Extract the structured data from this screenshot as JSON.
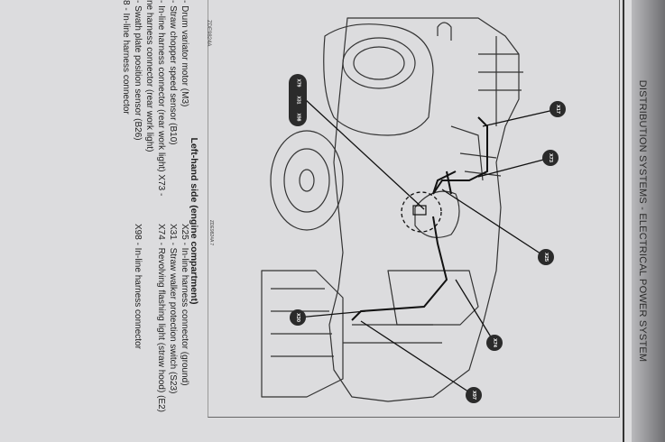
{
  "header": {
    "title": "DISTRIBUTION SYSTEMS - ELECTRICAL POWER SYSTEM"
  },
  "figure": {
    "code": "ZDE9824A",
    "tag": "ZDE9824A 7",
    "callouts": [
      "X17",
      "X73",
      "X25",
      "X30",
      "X74",
      "X97"
    ],
    "stack_callouts": [
      "X79",
      "X31",
      "X98"
    ]
  },
  "section": {
    "title": "Left-hand side (engine compartment)"
  },
  "legend": {
    "left_column": [
      "- Drum variator motor (M3)",
      "- Straw chopper speed sensor (B10)",
      "- In-line harness connector (rear work light) X73 -",
      "ne harness connector (rear work light)",
      "- Swath plate position sensor (B26)",
      "8 - In-line harness connector"
    ],
    "right_column": [
      "X25 - In-line harness connector (ground)",
      "X31 - Straw walker protection switch (S23)",
      "X74 - Revolving flashing light (straw hood) (E2)",
      "X98 - In-line harness connector"
    ]
  }
}
